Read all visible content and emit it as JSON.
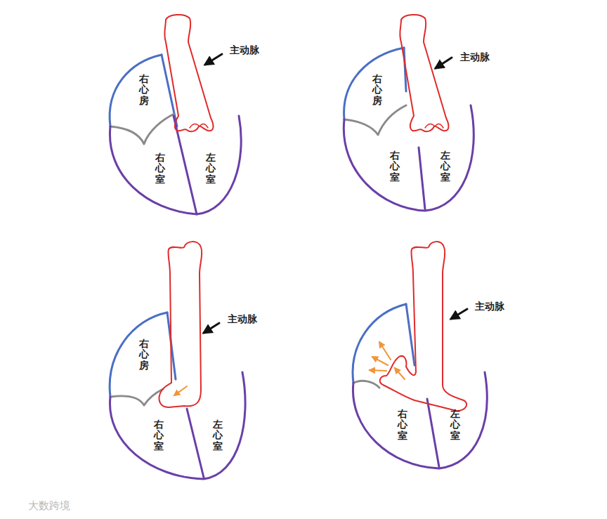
{
  "diagram": {
    "labels": [
      "主动脉",
      "右心房",
      "右心室",
      "左心室",
      "主动脉",
      "右心房",
      "右心室",
      "左心室",
      "主动脉",
      "右心房",
      "右心室",
      "左心室",
      "主动脉",
      "右心室",
      "左心室",
      "大数跨境"
    ]
  }
}
